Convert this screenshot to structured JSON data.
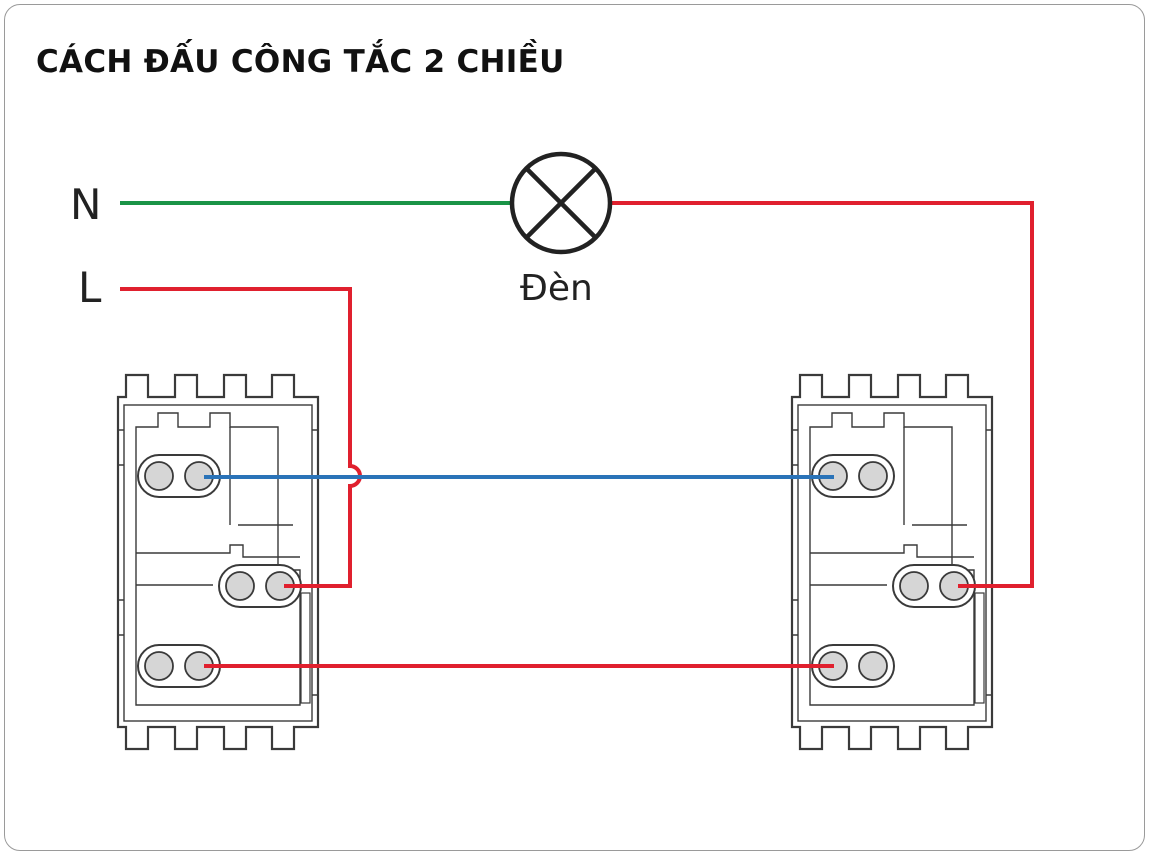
{
  "title": "CÁCH ĐẤU CÔNG TẮC 2 CHIỀU",
  "labels": {
    "neutral": "N",
    "live": "L",
    "lamp": "Đèn"
  },
  "colors": {
    "neutral_wire": "#1a9447",
    "live_wire": "#e0202e",
    "traveler_wire": "#2a73b8",
    "outline": "#3a3a3a",
    "terminal_fill": "#d6d6d6"
  },
  "icons": {
    "lamp": "lamp-cross-icon",
    "switch": "two-way-switch-icon"
  }
}
